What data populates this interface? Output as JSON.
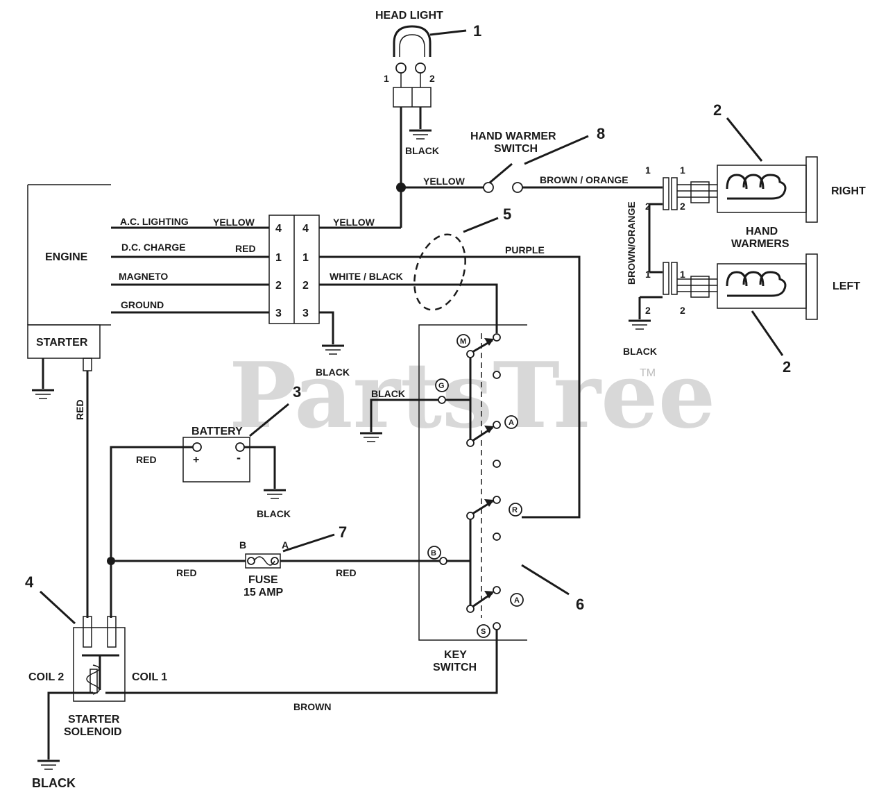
{
  "watermark": {
    "text": "PartsTree",
    "tm": "TM"
  },
  "labels": {
    "head_light": "HEAD LIGHT",
    "black": "BLACK",
    "hand_warmer_switch_1": "HAND WARMER",
    "hand_warmer_switch_2": "SWITCH",
    "yellow": "YELLOW",
    "brown_orange": "BROWN / ORANGE",
    "brown_orange_vert": "BROWN/ORANGE",
    "right": "RIGHT",
    "left": "LEFT",
    "hand_1": "HAND",
    "hand_2": "WARMERS",
    "engine": "ENGINE",
    "starter": "STARTER",
    "ac_lighting": "A.C. LIGHTING",
    "dc_charge": "D.C. CHARGE",
    "magneto": "MAGNETO",
    "ground": "GROUND",
    "red": "RED",
    "white_black": "WHITE / BLACK",
    "purple": "PURPLE",
    "battery": "BATTERY",
    "fuse_1": "FUSE",
    "fuse_2": "15 AMP",
    "key_1": "KEY",
    "key_2": "SWITCH",
    "coil_1": "COIL 1",
    "coil_2": "COIL 2",
    "solenoid_1": "STARTER",
    "solenoid_2": "SOLENOID",
    "brown": "BROWN",
    "plus": "+",
    "minus": "-",
    "fuse_a": "A",
    "fuse_b": "B"
  },
  "callouts": [
    "1",
    "2",
    "3",
    "4",
    "5",
    "6",
    "7",
    "8"
  ],
  "connector_pins": [
    "4",
    "1",
    "2",
    "3"
  ],
  "key_switch_terminals": [
    "M",
    "G",
    "A",
    "R",
    "B",
    "A",
    "S"
  ],
  "pin_numbers": {
    "one": "1",
    "two": "2"
  }
}
